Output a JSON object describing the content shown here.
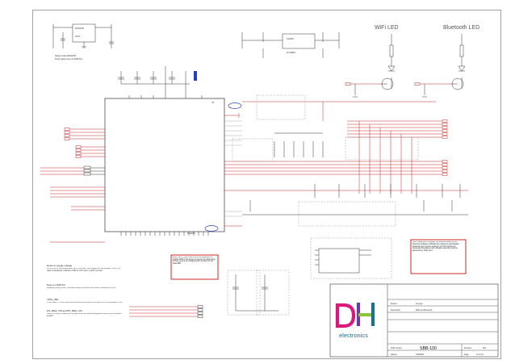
{
  "sections": {
    "wifi_led": "WiFi LED",
    "bluetooth_led": "Bluetooth LED"
  },
  "notes": {
    "design_inside": "Design Inside MOD1750",
    "power_select": "Power Select (one on PWR Pin)",
    "supply_title": "Notes to supply voltage",
    "supply_body": "MOD1750 on VDD output and VDD_IOx lines. VDD output can be updated. VDD_1V8 output maintained. Tolerance VDD to 1.8V when V_BAT not used.",
    "uart_title": "Note to UART1/2",
    "uart_body": "Disabling Debug UART interface outputs. Remove 1k2 resistor interface to GPIO.",
    "jtag_title": "JTAG_SEL:",
    "jtag_body": "JTAG select. This pin must be connected to ground or left open for JTAG interface to run.",
    "en_title": "WL_REG_ON and BT_REG_ON:",
    "en_body": "Used by WWD to power up or power down the internal regulators used by the WLAN/BT section.",
    "red_left": "Note: VBAT_DCDC/SW Pins to be powered from Capital VBAT (1.8) device to reserve the SDA range (it they need to be configured) Pin function for the Gaia SDK",
    "red_right": "Note: Make sure to design the antenna layout to the Recommendation of Murata for maximum specification. Antenna type must be Listed in the FCC approved Antennas. Deviations from Murata reference must be approved by Hrap Sync."
  },
  "titleblock": {
    "company": "electronics",
    "project_label": "Project:",
    "project_value": "Avenger",
    "desc_label": "Description:",
    "desc_value": "WiFi and Bluetooth",
    "pcb_label": "PCB number:",
    "pcb_value": "SBB-100",
    "revision_label": "Revision:",
    "revision_value": "00a",
    "variant_label": "Variant:",
    "variant_value": "HS00081",
    "page_label": "Page:",
    "page_value": "12 of 14"
  },
  "colors": {
    "wire": "#c0292b",
    "logo_magenta": "#d81b7a",
    "logo_teal": "#1d6f8a",
    "logo_green": "#8cc63f",
    "logo_purple": "#6a3d9a"
  }
}
